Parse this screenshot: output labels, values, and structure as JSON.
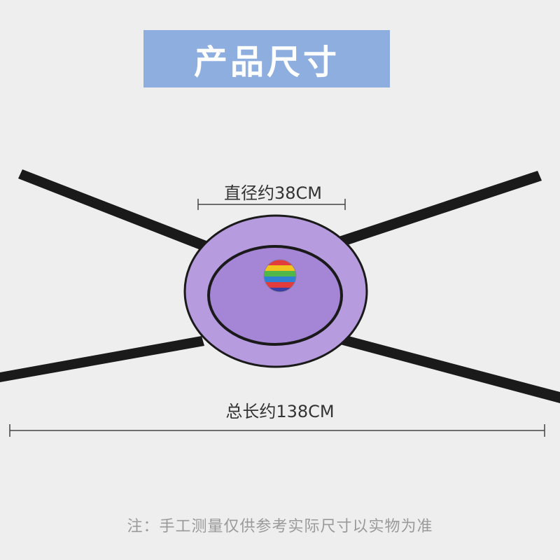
{
  "banner": {
    "title": "产品尺寸",
    "color": "#8eaee0"
  },
  "dimensions": {
    "diameter_label": "直径约38CM",
    "total_length_label": "总长约138CM"
  },
  "product": {
    "outer_ring_color": "#b69bde",
    "inner_mesh_color": "#a585d6",
    "strap_color": "#1a1a1a",
    "ball_icon": "rainbow-ball-icon"
  },
  "note": {
    "text": "注：手工测量仅供参考实际尺寸以实物为准"
  }
}
